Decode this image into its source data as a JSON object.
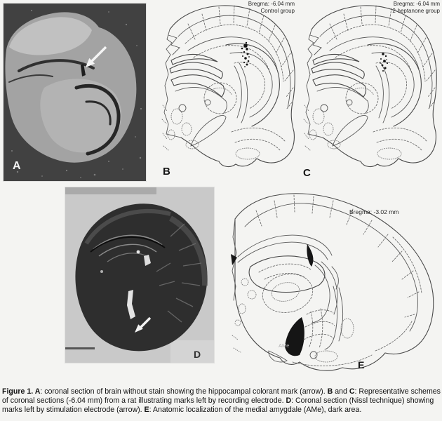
{
  "figure": {
    "panel_a": {
      "letter": "A"
    },
    "panel_b": {
      "letter": "B",
      "line1": "Bregma: -6.04 mm",
      "line2": "Control group"
    },
    "panel_c": {
      "letter": "C",
      "line1": "Bregma: -6.04 mm",
      "line2": "2-heptanone group"
    },
    "panel_d": {
      "letter": "D"
    },
    "panel_e": {
      "letter": "E",
      "bregma": "Bregma: -3.02 mm",
      "ame": "AMe"
    },
    "caption": {
      "segments": [
        {
          "text": "Figure 1. ",
          "bold": true
        },
        {
          "text": "A",
          "bold": true
        },
        {
          "text": ": coronal section of brain without stain showing the hippocampal colorant mark (arrow). ",
          "bold": false
        },
        {
          "text": "B",
          "bold": true
        },
        {
          "text": " and ",
          "bold": false
        },
        {
          "text": "C",
          "bold": true
        },
        {
          "text": ": Representative schemes of coronal sections (-6.04 mm) from a rat illustrating marks left by recording electrode. ",
          "bold": false
        },
        {
          "text": "D",
          "bold": true
        },
        {
          "text": ": Coronal section (Nissl technique) showing marks left by stimulation electrode (arrow). ",
          "bold": false
        },
        {
          "text": "E",
          "bold": true
        },
        {
          "text": ": Anatomic localization of the medial amygdale (AMe), dark area.",
          "bold": false
        }
      ]
    },
    "colors": {
      "page_bg": "#f4f4f2",
      "photo_a_bg": "#414141",
      "photo_a_tissue": "#a3a3a3",
      "photo_d_bg": "#c9c9c9",
      "photo_d_tissue": "#2e2e2e",
      "line_art": "#4a4a4a",
      "mark_black": "#151515",
      "arrow_white": "#f5f5f5"
    }
  }
}
